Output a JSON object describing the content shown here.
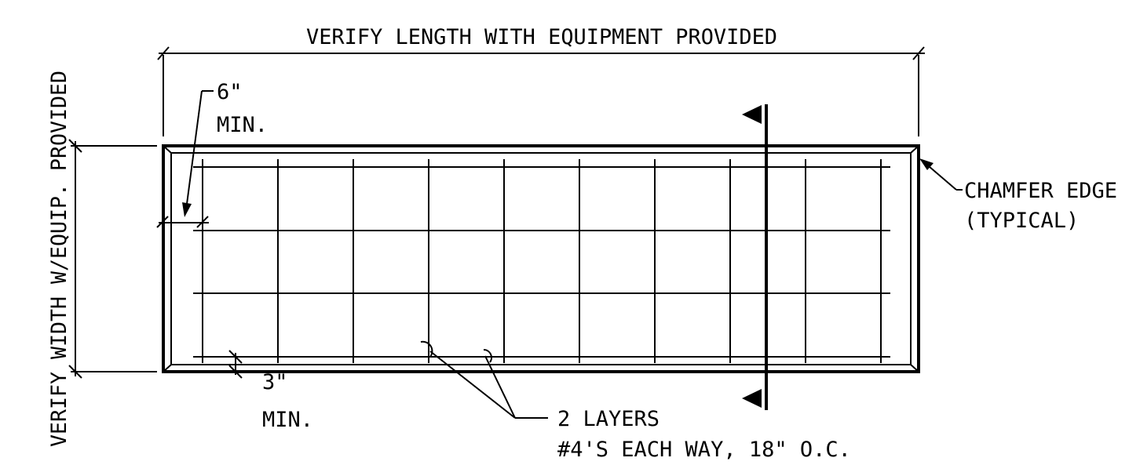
{
  "labels": {
    "length": "VERIFY LENGTH WITH EQUIPMENT PROVIDED",
    "width": "VERIFY WIDTH W/EQUIP. PROVIDED",
    "side_clearance_value": "6\"",
    "side_clearance_min": "MIN.",
    "bottom_clearance_value": "3\"",
    "bottom_clearance_min": "MIN.",
    "chamfer_line1": "CHAMFER EDGE",
    "chamfer_line2": "(TYPICAL)",
    "rebar_line1": "2 LAYERS",
    "rebar_line2": "#4'S EACH WAY, 18\" O.C."
  },
  "colors": {
    "ink": "#000000",
    "background": "#ffffff"
  }
}
